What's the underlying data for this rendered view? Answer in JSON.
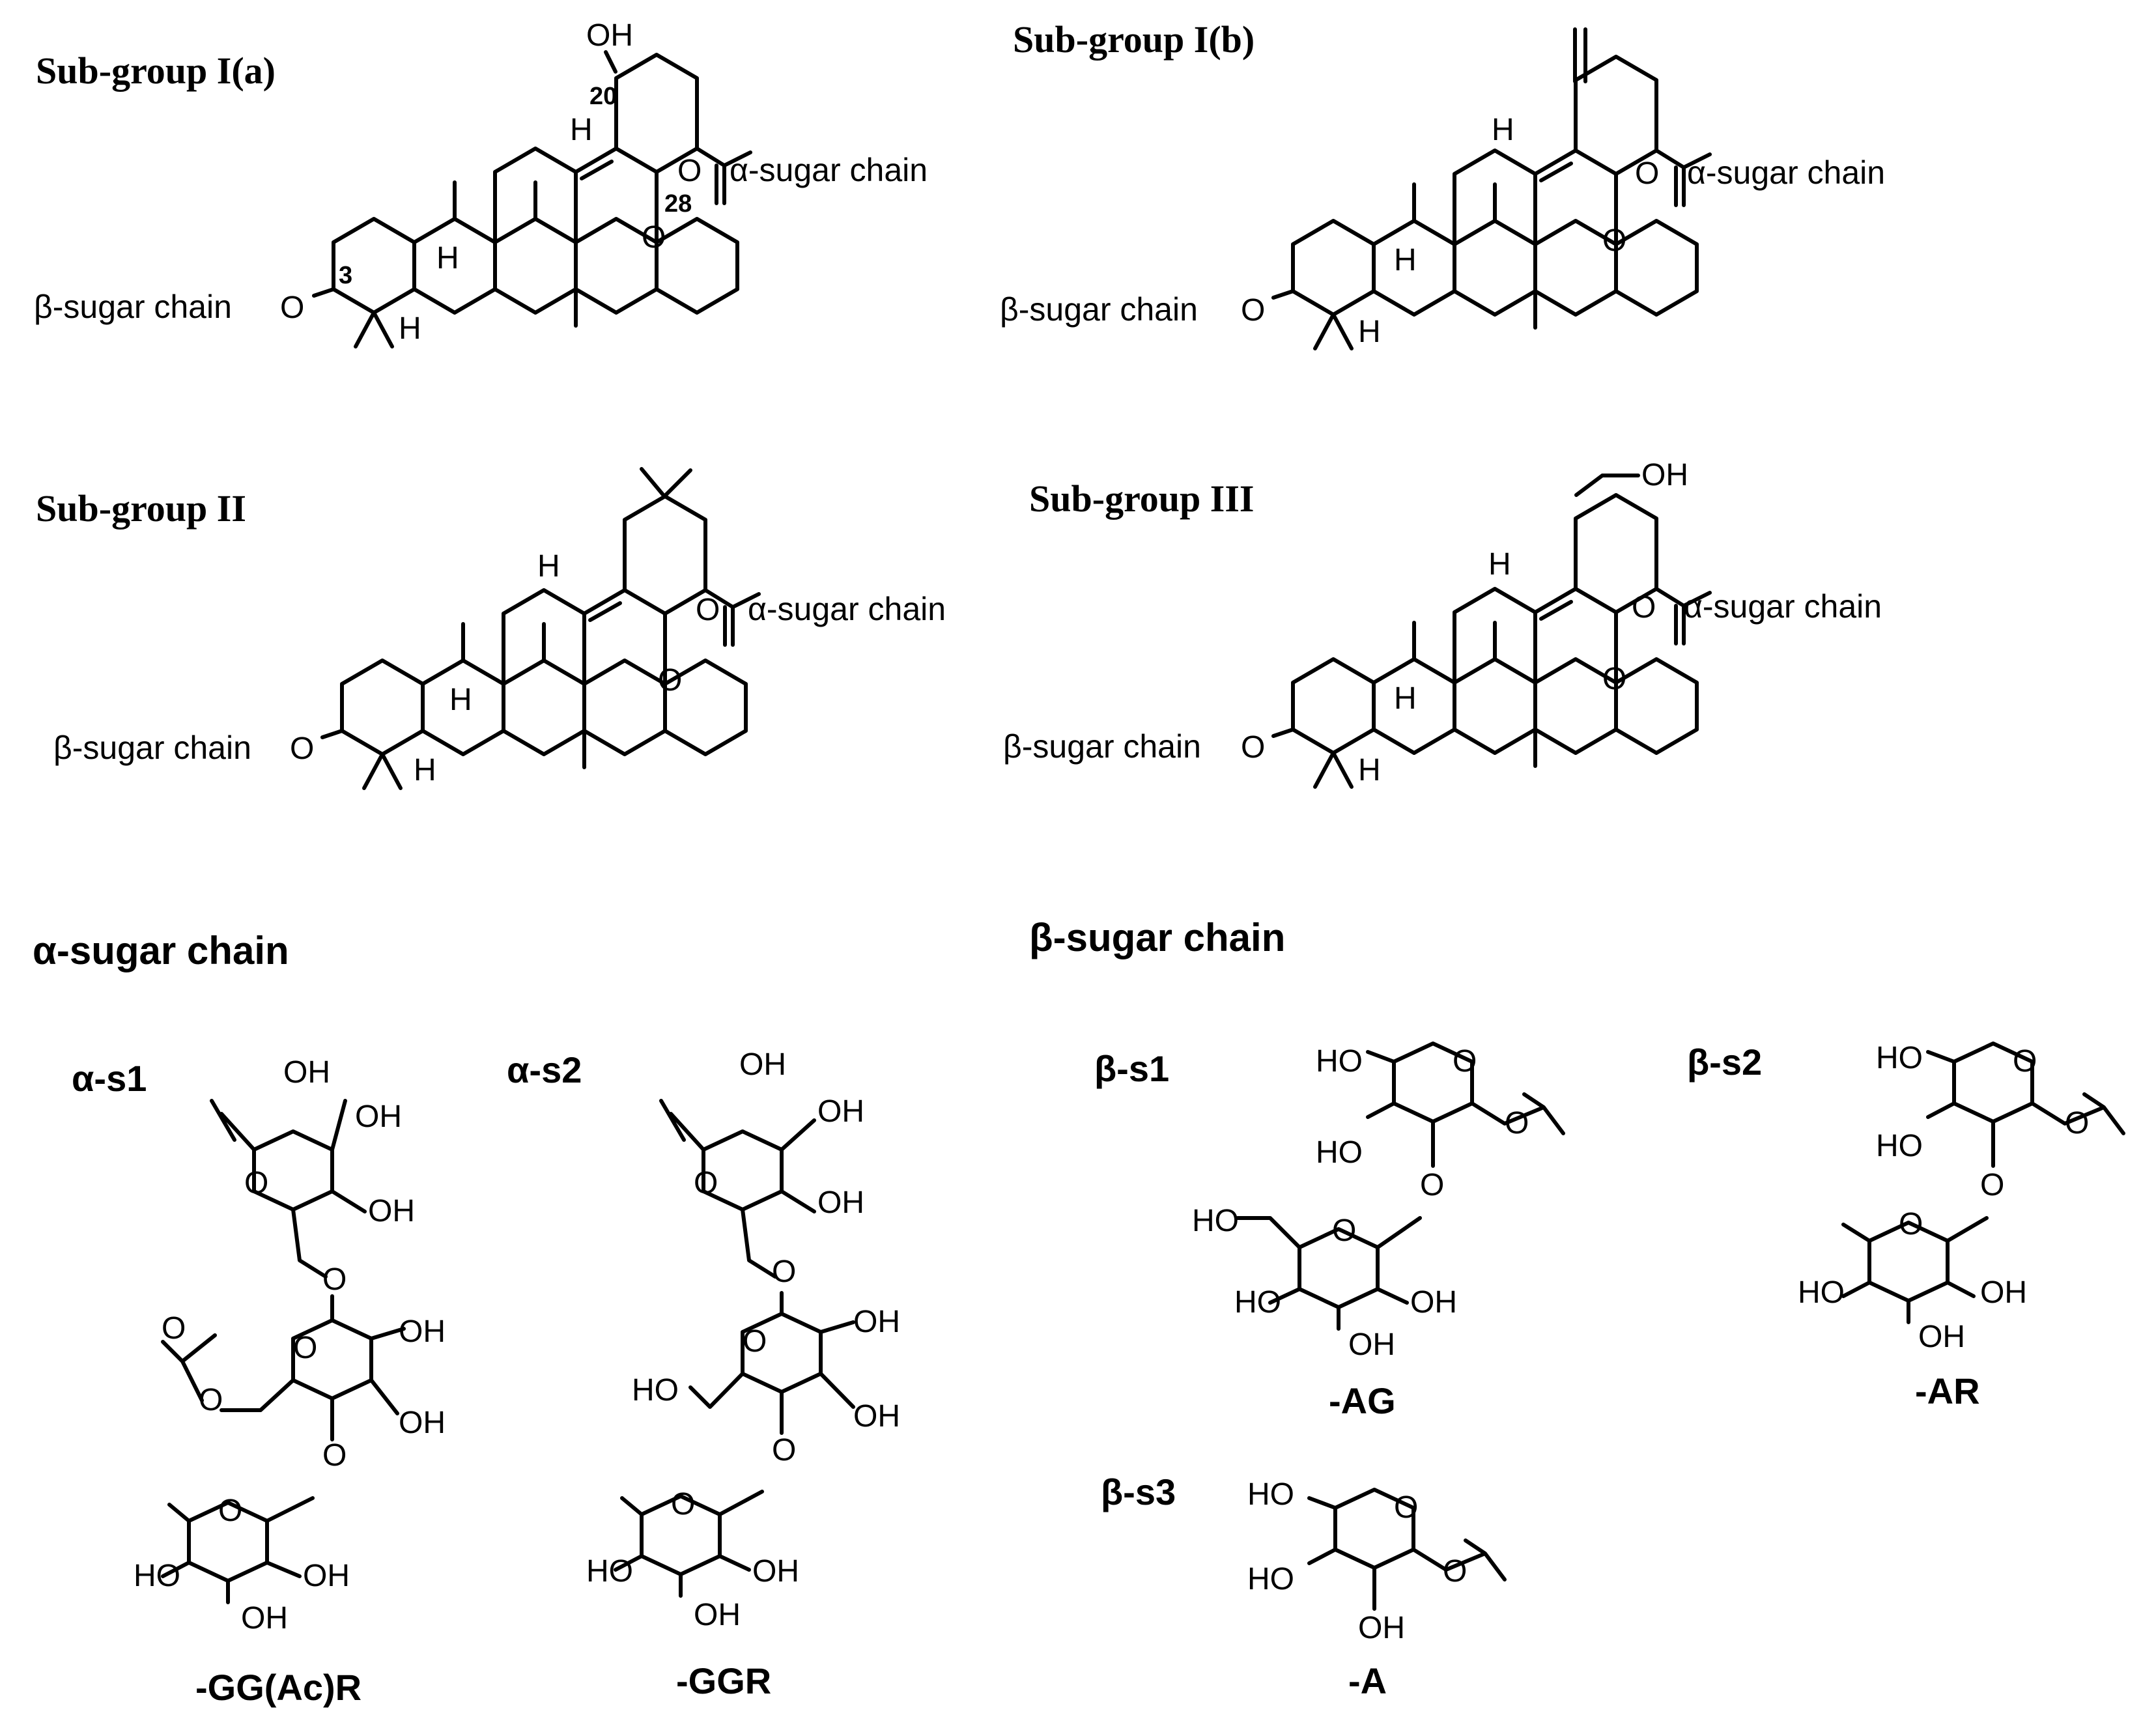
{
  "subgroups": {
    "Ia": {
      "title": "Sub-group I(a)",
      "oh": "OH",
      "c20": "20",
      "c28": "28",
      "c3": "3",
      "ester_o": "O",
      "carbonyl_o": "O",
      "alpha_chain": "α-sugar chain",
      "beta_chain": "β-sugar chain",
      "ring_o": "O",
      "h1": "H",
      "h2": "H",
      "h3": "H"
    },
    "Ib": {
      "title": "Sub-group I(b)",
      "ester_o": "O",
      "carbonyl_o": "O",
      "alpha_chain": "α-sugar chain",
      "beta_chain": "β-sugar chain",
      "ring_o": "O",
      "h1": "H",
      "h2": "H",
      "h3": "H"
    },
    "II": {
      "title": "Sub-group II",
      "ester_o": "O",
      "carbonyl_o": "O",
      "alpha_chain": "α-sugar chain",
      "beta_chain": "β-sugar chain",
      "ring_o": "O",
      "h1": "H",
      "h2": "H",
      "h3": "H"
    },
    "III": {
      "title": "Sub-group III",
      "oh": "OH",
      "ester_o": "O",
      "carbonyl_o": "O",
      "alpha_chain": "α-sugar chain",
      "beta_chain": "β-sugar chain",
      "ring_o": "O",
      "h1": "H",
      "h2": "H",
      "h3": "H"
    }
  },
  "sections": {
    "alpha": "α-sugar chain",
    "beta": "β-sugar chain"
  },
  "alpha_s1": {
    "label": "α-s1",
    "code": "-GG(Ac)R",
    "o": "O",
    "oh": "OH",
    "ho": "HO"
  },
  "alpha_s2": {
    "label": "α-s2",
    "code": "-GGR",
    "o": "O",
    "oh": "OH",
    "ho": "HO"
  },
  "beta_s1": {
    "label": "β-s1",
    "code": "-AG",
    "o": "O",
    "oh": "OH",
    "ho": "HO"
  },
  "beta_s2": {
    "label": "β-s2",
    "code": "-AR",
    "o": "O",
    "oh": "OH",
    "ho": "HO"
  },
  "beta_s3": {
    "label": "β-s3",
    "code": "-A",
    "o": "O",
    "oh": "OH",
    "ho": "HO"
  }
}
